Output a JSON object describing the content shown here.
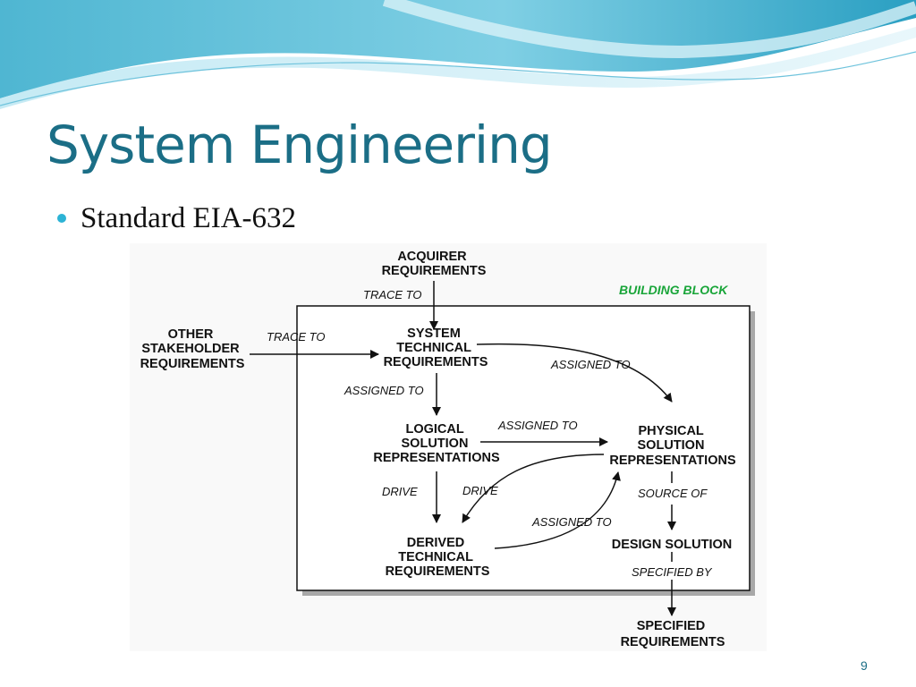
{
  "slide": {
    "title": "System Engineering",
    "bullet": "Standard EIA-632",
    "page_number": "9",
    "colors": {
      "title": "#1b6e86",
      "bullet": "#2cb3d5",
      "building_block": "#19a539",
      "wave_dark": "#1b8fb0",
      "wave_light": "#9adbec"
    }
  },
  "diagram": {
    "building_block_label": "BUILDING BLOCK",
    "nodes": {
      "acquirer": [
        "ACQUIRER",
        "REQUIREMENTS"
      ],
      "other_stakeholder": [
        "OTHER",
        "STAKEHOLDER",
        "REQUIREMENTS"
      ],
      "system_technical": [
        "SYSTEM",
        "TECHNICAL",
        "REQUIREMENTS"
      ],
      "logical_solution": [
        "LOGICAL",
        "SOLUTION",
        "REPRESENTATIONS"
      ],
      "physical_solution": [
        "PHYSICAL",
        "SOLUTION",
        "REPRESENTATIONS"
      ],
      "derived_technical": [
        "DERIVED",
        "TECHNICAL",
        "REQUIREMENTS"
      ],
      "design_solution": [
        "DESIGN SOLUTION"
      ],
      "specified": [
        "SPECIFIED",
        "REQUIREMENTS"
      ]
    },
    "edge_labels": {
      "acquirer_to_system": "TRACE TO",
      "other_to_system": "TRACE TO",
      "system_to_physical": "ASSIGNED TO",
      "system_to_logical": "ASSIGNED TO",
      "logical_to_physical": "ASSIGNED TO",
      "logical_to_derived": "DRIVE",
      "physical_to_derived": "DRIVE",
      "derived_to_physical": "ASSIGNED TO",
      "physical_to_design": "SOURCE OF",
      "design_to_specified": "SPECIFIED BY"
    }
  }
}
